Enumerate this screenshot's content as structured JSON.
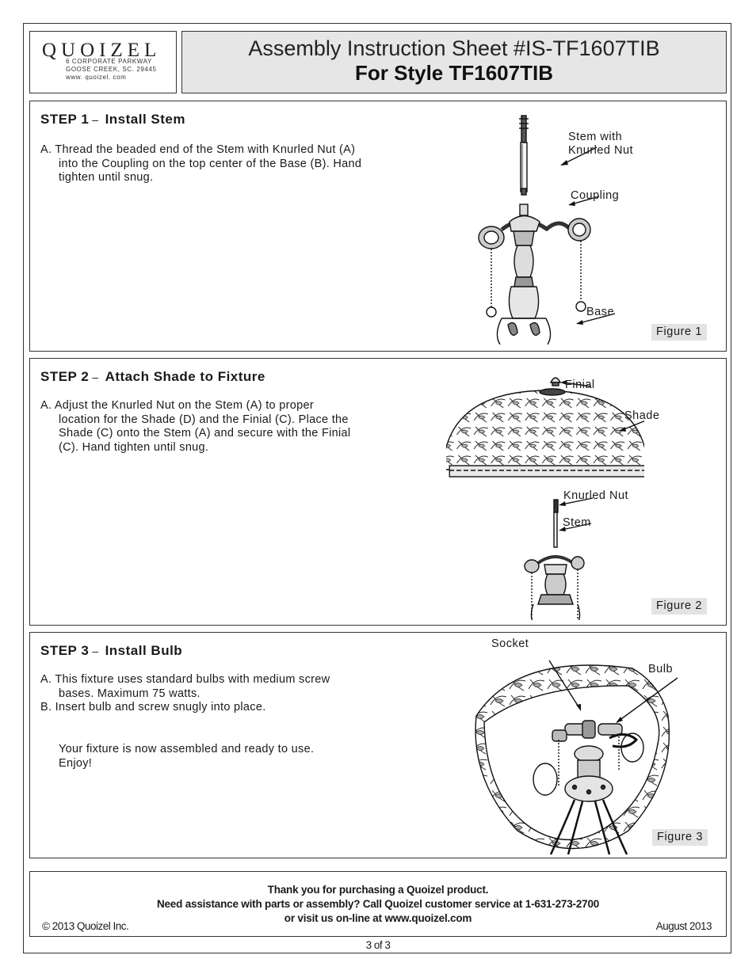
{
  "header": {
    "logo_word": "QUOIZEL",
    "address_line1": "6 CORPORATE PARKWAY",
    "address_line2": "GOOSE CREEK, SC. 29445",
    "address_line3": "www. quoizel. com",
    "title_line1": "Assembly Instruction Sheet #IS-TF1607TIB",
    "title_line2": "For Style TF1607TIB"
  },
  "steps": [
    {
      "label": "STEP 1",
      "dash": "–",
      "title": "Install Stem",
      "lines": [
        "A.  Thread the beaded end of the Stem with Knurled Nut (A)",
        "into the Coupling on the top center of the Base (B). Hand",
        "tighten until snug."
      ],
      "callouts": [
        "Stem with",
        "Knurled Nut",
        "Coupling",
        "Base"
      ],
      "figure": "Figure 1"
    },
    {
      "label": "STEP 2",
      "dash": "–",
      "title": "Attach Shade to Fixture",
      "lines": [
        "A.  Adjust the Knurled Nut on the Stem (A) to proper",
        "location for the Shade (D) and the Finial (C). Place the",
        "Shade (C) onto the Stem (A) and secure with the Finial",
        "(C). Hand tighten until snug."
      ],
      "callouts": [
        "Finial",
        "Shade",
        "Knurled Nut",
        "Stem"
      ],
      "figure": "Figure 2"
    },
    {
      "label": "STEP 3",
      "dash": "–",
      "title": "Install Bulb",
      "lines": [
        "A.  This fixture uses standard bulbs with medium screw",
        "bases. Maximum 75 watts.",
        "B.  Insert bulb and screw snugly into place.",
        "Your fixture is now assembled and ready to use.",
        "Enjoy!"
      ],
      "callouts": [
        "Socket",
        "Bulb"
      ],
      "figure": "Figure 3"
    }
  ],
  "footer": {
    "line1": "Thank you for purchasing a Quoizel product.",
    "line2": "Need assistance with parts or assembly? Call Quoizel customer service at 1-631-273-2700",
    "line3": "or visit us on-line at www.quoizel.com",
    "copyright": "© 2013  Quoizel Inc.",
    "date": "August 2013"
  },
  "page_number": "3 of 3"
}
